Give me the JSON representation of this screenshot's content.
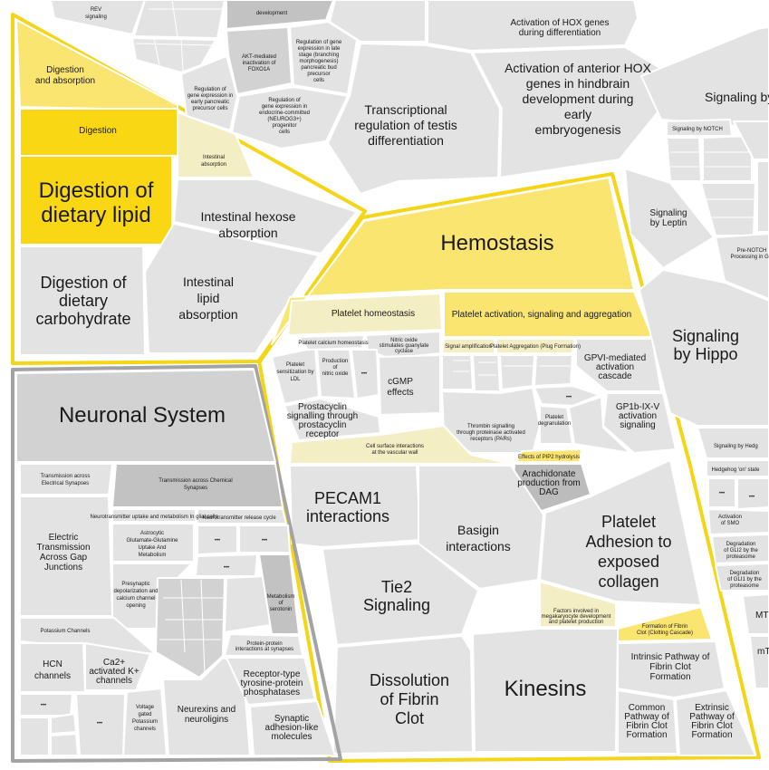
{
  "colors": {
    "bg": "#ffffff",
    "grey": "#e3e3e3",
    "grey_mid": "#d2d2d2",
    "grey_dark": "#bcbcbc",
    "grey_top": "#c2c2c2",
    "border": "#a3a3a3",
    "highlight_border": "#f4d517",
    "yellow_strong": "#f9d813",
    "yellow": "#fbe571",
    "yellow_light": "#f4eec5",
    "yellow_pale": "#faf3c4"
  },
  "labels": {
    "digestion_absorption": [
      "Digestion",
      "and absorption"
    ],
    "digestion": [
      "Digestion"
    ],
    "digestion_lipid": [
      "Digestion of",
      "dietary lipid"
    ],
    "digestion_carb": [
      "Digestion of",
      "dietary",
      "carbohydrate"
    ],
    "intestinal_absorption": [
      "Intestinal",
      "absorption"
    ],
    "hexose": [
      "Intestinal hexose",
      "absorption"
    ],
    "lipid_absorption": [
      "Intestinal",
      "lipid",
      "absorption"
    ],
    "testis": [
      "Transcriptional",
      "regulation of testis",
      "differentiation"
    ],
    "hox_anterior": [
      "Activation of anterior HOX",
      "genes in hindbrain",
      "development during",
      "early",
      "embryogenesis"
    ],
    "hox_during": [
      "Activation of HOX genes",
      "during differentiation"
    ],
    "development": [
      "development"
    ],
    "akt": [
      "AKT-mediated",
      "inactivation of",
      "FOXO1A"
    ],
    "pancreatic_early": [
      "Regulation of",
      "gene expression in",
      "early pancreatic",
      "precursor cells"
    ],
    "pancreatic_late": [
      "Regulation of gene",
      "expression in late",
      "stage (branching",
      "morphogenesis)",
      "pancreatic bud",
      "precursor",
      "cells"
    ],
    "endocrine": [
      "Regulation of",
      "gene expression in",
      "endocrine-committed",
      "(NEUROG3+)",
      "progenitor",
      "cells"
    ],
    "rev_signaling": [
      "REV",
      "signaling"
    ],
    "hemostasis": [
      "Hemostasis"
    ],
    "platelet_homeostasis": [
      "Platelet homeostasis"
    ],
    "platelet_activation": [
      "Platelet activation, signaling and aggregation"
    ],
    "signal_amplification": [
      "Signal amplification"
    ],
    "platelet_aggregation": [
      "Platelet Aggregation (Plug Formation)"
    ],
    "gpvi": [
      "GPVI-mediated",
      "activation",
      "cascade"
    ],
    "gp1b": [
      "GP1b-IX-V",
      "activation",
      "signaling"
    ],
    "thrombin": [
      "Thrombin signalling",
      "through proteinase activated",
      "receptors (PARs)"
    ],
    "platelet_degranulation": [
      "Platelet",
      "degranulation"
    ],
    "arachidonate": [
      "Arachidonate",
      "production from",
      "DAG"
    ],
    "effects_pip2": [
      "Effects of PIP2 hydrolysis"
    ],
    "platelet_ldl": [
      "Platelet",
      "sensitization by",
      "LDL"
    ],
    "cgmp": [
      "cGMP",
      "effects"
    ],
    "prostacyclin": [
      "Prostacyclin",
      "signalling through",
      "prostacyclin",
      "receptor"
    ],
    "platelet_calcium": [
      "Platelet calcium homeostasis"
    ],
    "nitric_oxide": [
      "Nitric oxide",
      "stimulates guanylate",
      "cyclase"
    ],
    "production_nitric": [
      "Production",
      "of",
      "nitric oxide"
    ],
    "cell_surface": [
      "Cell surface interactions",
      "at the vascular wall"
    ],
    "pecam1": [
      "PECAM1",
      "interactions"
    ],
    "basigin": [
      "Basigin",
      "interactions"
    ],
    "tie2": [
      "Tie2",
      "Signaling"
    ],
    "platelet_adhesion": [
      "Platelet",
      "Adhesion to",
      "exposed",
      "collagen"
    ],
    "dissolution": [
      "Dissolution",
      "of Fibrin",
      "Clot"
    ],
    "kinesins": [
      "Kinesins"
    ],
    "fibrin_formation": [
      "Formation of Fibrin",
      "Clot (Clotting Cascade)"
    ],
    "intrinsic": [
      "Intrinsic Pathway of",
      "Fibrin Clot",
      "Formation"
    ],
    "common": [
      "Common",
      "Pathway of",
      "Fibrin Clot",
      "Formation"
    ],
    "extrinsic": [
      "Extrinsic",
      "Pathway of",
      "Fibrin Clot",
      "Formation"
    ],
    "factors_megakaryocyte": [
      "Factors involved in",
      "megakaryocyte development",
      "and platelet production"
    ],
    "neuronal": [
      "Neuronal System"
    ],
    "trans_electrical": [
      "Transmission across",
      "Electrical Synapses"
    ],
    "electric_gap": [
      "Electric",
      "Transmission",
      "Across Gap",
      "Junctions"
    ],
    "trans_chemical": [
      "Transmission across Chemical",
      "Synapses"
    ],
    "neurotransmitter_uptake": [
      "Neurotransmitter uptake and metabolism In glial cells"
    ],
    "neurotransmitter_release": [
      "Neurotransmitter release cycle"
    ],
    "astrocytic": [
      "Astrocytic",
      "Glutamate-Glutamine",
      "Uptake And",
      "Metabolism"
    ],
    "presynaptic": [
      "Presynaptic",
      "depolarization and",
      "calcium channel",
      "opening"
    ],
    "serotonin": [
      "Metabolism",
      "of",
      "serotonin"
    ],
    "potassium": [
      "Potassium Channels"
    ],
    "hcn": [
      "HCN",
      "channels"
    ],
    "ca2": [
      "Ca2+",
      "activated K+",
      "channels"
    ],
    "voltage_k": [
      "Voltage",
      "gated",
      "Potassium",
      "channels"
    ],
    "neurexins": [
      "Neurexins and",
      "neuroligins"
    ],
    "receptor_tyrosine": [
      "Receptor-type",
      "tyrosine-protein",
      "phosphatases"
    ],
    "synaptic": [
      "Synaptic",
      "adhesion-like",
      "molecules"
    ],
    "protein_protein": [
      "Protein-protein",
      "interactions at synapses"
    ],
    "signaling_by_right": [
      "Signaling by"
    ],
    "signaling_notch": [
      "Signaling by NOTCH"
    ],
    "leptin": [
      "Signaling",
      "by Leptin"
    ],
    "hippo": [
      "Signaling",
      "by Hippo"
    ],
    "hedgehog": [
      "Signaling by Hedg"
    ],
    "hedgehog_on": [
      "Hedgehog 'on' state"
    ],
    "activation_smo": [
      "Activation",
      "of SMO"
    ],
    "degradation_gli2": [
      "Degradation",
      "of GLI2 by the",
      "proteasome"
    ],
    "degradation_gli1": [
      "Degradation",
      "of GLI1 by the",
      "proteasome"
    ],
    "pre_notch": [
      "Pre-NOTCH",
      "Processing in Gol"
    ],
    "mt_a": [
      "MT"
    ],
    "mt_b": [
      "mT"
    ],
    "ellipsis": [
      "•••"
    ]
  }
}
